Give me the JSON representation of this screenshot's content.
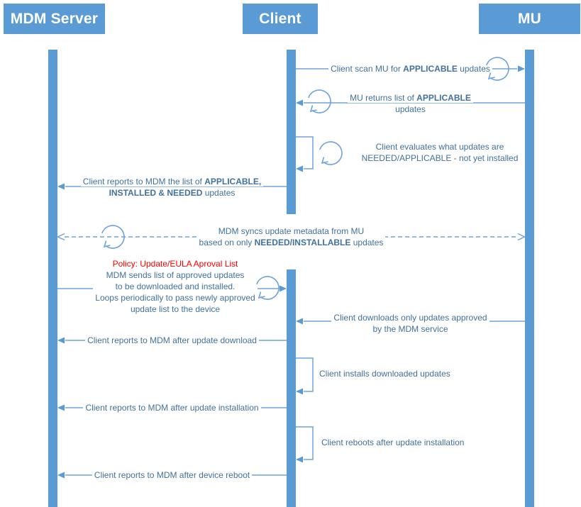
{
  "colors": {
    "accent_blue": "#5B9BD5",
    "line_blue": "#6FA3D9",
    "text_blue": "#41719C",
    "policy_red": "#FF0000",
    "header_text": "#FFFFFF"
  },
  "actors": [
    {
      "label": "MDM Server"
    },
    {
      "label": "Client"
    },
    {
      "label": "MU"
    }
  ],
  "messages": {
    "m1": {
      "pre": "Client scan MU for ",
      "bold": "APPLICABLE",
      "post": " updates"
    },
    "m2": {
      "pre": "MU returns list of ",
      "bold": "APPLICABLE",
      "line2": "updates"
    },
    "m3": {
      "line1": "Client evaluates what updates are",
      "line2": "NEEDED/APPLICABLE - not yet installed"
    },
    "m4": {
      "pre": "Client reports to MDM the list of ",
      "bold": "APPLICABLE,",
      "bold2": "INSTALLED & NEEDED",
      "post": " updates"
    },
    "m5": {
      "line1": "MDM syncs update metadata from MU",
      "pre": "based on only ",
      "bold": "NEEDED/INSTALLABLE",
      "post": " updates"
    },
    "m6": {
      "policy": "Policy: Update/EULA Aproval List",
      "line1": "MDM sends list of approved updates",
      "line2": "to be downloaded and installed.",
      "line3": "Loops periodically to pass newly approved",
      "line4": "update list to the device"
    },
    "m7": {
      "line1": "Client downloads only updates approved",
      "line2": "by the MDM service"
    },
    "m8": {
      "text": "Client reports to MDM after update download"
    },
    "m9": {
      "text": "Client installs downloaded updates"
    },
    "m10": {
      "text": "Client reports to MDM after update installation"
    },
    "m11": {
      "text": "Client reboots after update installation"
    },
    "m12": {
      "text": "Client reports to MDM after device reboot"
    }
  }
}
